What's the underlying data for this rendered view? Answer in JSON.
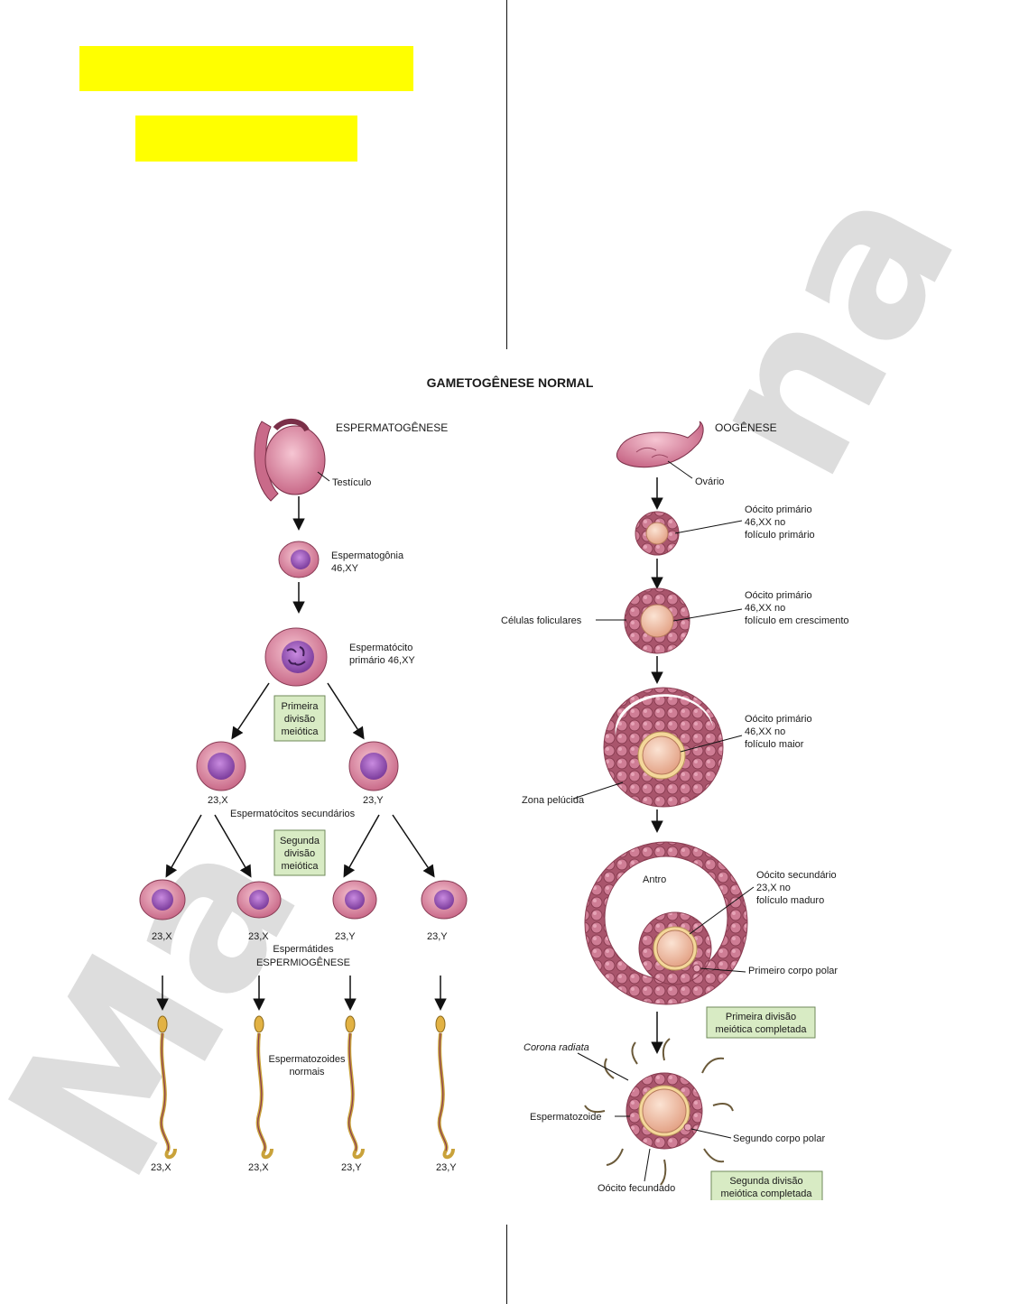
{
  "figure": {
    "title": "GAMETOGÊNESE NORMAL",
    "spermatogenesis": {
      "heading": "ESPERMATOGÊNESE",
      "testis": "Testículo",
      "spermatogonium": [
        "Espermatogônia",
        "46,XY"
      ],
      "primary_spermatocyte": [
        "Espermatócito",
        "primário 46,XY"
      ],
      "first_division": [
        "Primeira",
        "divisão",
        "meiótica"
      ],
      "secondary_spermatocytes": {
        "left": "23,X",
        "right": "23,Y",
        "label": "Espermatócitos secundários"
      },
      "second_division": [
        "Segunda",
        "divisão",
        "meiótica"
      ],
      "spermatids": {
        "karyotypes": [
          "23,X",
          "23,X",
          "23,Y",
          "23,Y"
        ],
        "label": "Espermátides"
      },
      "spermiogenesis": "ESPERMIOGÊNESE",
      "sperm_label": [
        "Espermatozoides",
        "normais"
      ],
      "sperm_karyotypes": [
        "23,X",
        "23,X",
        "23,Y",
        "23,Y"
      ]
    },
    "oogenesis": {
      "heading": "OOGÊNESE",
      "ovary": "Ovário",
      "primary_follicle": [
        "Oócito primário",
        "46,XX no",
        "folículo primário"
      ],
      "growing_follicle": [
        "Oócito primário",
        "46,XX no",
        "folículo em crescimento"
      ],
      "follicular_cells": "Células foliculares",
      "larger_follicle": [
        "Oócito primário",
        "46,XX no",
        "folículo maior"
      ],
      "zona_pellucida": "Zona pelúcida",
      "antrum": "Antro",
      "mature_follicle": [
        "Oócito secundário",
        "23,X no",
        "folículo maduro"
      ],
      "first_polar_body": "Primeiro corpo polar",
      "first_division_done": [
        "Primeira divisão",
        "meiótica completada"
      ],
      "corona_radiata": "Corona radiata",
      "sperm": "Espermatozoide",
      "second_polar_body": "Segundo corpo polar",
      "fertilized_oocyte": "Oócito fecundado",
      "second_division_done": [
        "Segunda divisão",
        "meiótica completada"
      ]
    }
  },
  "watermark": "Ma",
  "colors": {
    "highlight": "#ffff00",
    "cell": "#d98aa3",
    "nucleus": "#a45cbf",
    "oocyte": "#f0c2ae",
    "follicle": "#b95f76",
    "box": "#d8ebc4",
    "tail": "#c9a23a"
  }
}
